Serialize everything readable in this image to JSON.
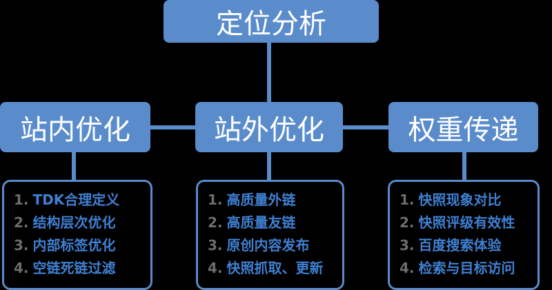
{
  "root": {
    "label": "定位分析"
  },
  "branches": [
    {
      "label": "站内优化",
      "items": [
        "TDK合理定义",
        "结构层次优化",
        "内部标签优化",
        "空链死链过滤"
      ]
    },
    {
      "label": "站外优化",
      "items": [
        "高质量外链",
        "高质量友链",
        "原创内容发布",
        "快照抓取、更新"
      ]
    },
    {
      "label": "权重传递",
      "items": [
        "快照现象对比",
        "快照评级有效性",
        "百度搜索体验",
        "检索与目标访问"
      ]
    }
  ],
  "numbers": [
    "1.",
    "2.",
    "3.",
    "4."
  ],
  "colors": {
    "box": "#5a8ccc",
    "item_text": "#3f80d2",
    "number": "#6d6d6d",
    "background": "#000000"
  }
}
